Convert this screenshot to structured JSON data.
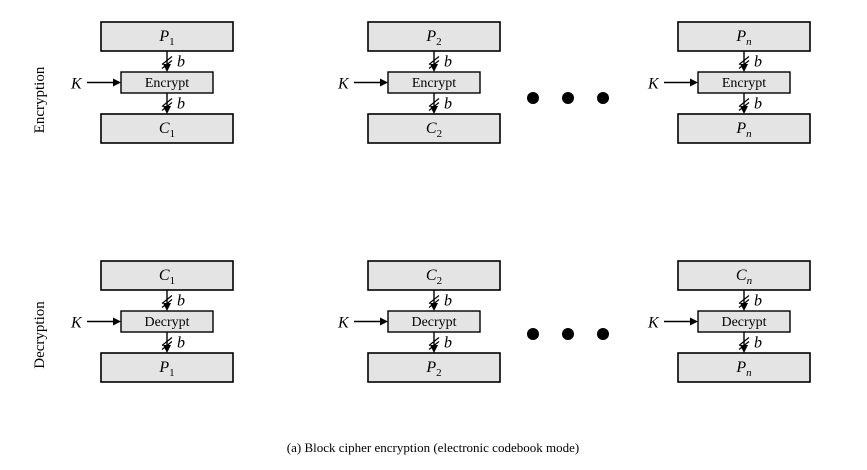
{
  "side_labels": {
    "encryption": "Encryption",
    "decryption": "Decryption"
  },
  "key_label": "K",
  "bit_label": "b",
  "caption": "(a) Block cipher encryption (electronic codebook mode)",
  "encryption": {
    "operation": "Encrypt",
    "columns": [
      {
        "input": {
          "letter": "P",
          "sub": "1"
        },
        "output": {
          "letter": "C",
          "sub": "1"
        }
      },
      {
        "input": {
          "letter": "P",
          "sub": "2"
        },
        "output": {
          "letter": "C",
          "sub": "2"
        }
      },
      {
        "input": {
          "letter": "P",
          "sub": "n"
        },
        "output": {
          "letter": "P",
          "sub": "n"
        }
      }
    ]
  },
  "decryption": {
    "operation": "Decrypt",
    "columns": [
      {
        "input": {
          "letter": "C",
          "sub": "1"
        },
        "output": {
          "letter": "P",
          "sub": "1"
        }
      },
      {
        "input": {
          "letter": "C",
          "sub": "2"
        },
        "output": {
          "letter": "P",
          "sub": "2"
        }
      },
      {
        "input": {
          "letter": "C",
          "sub": "n"
        },
        "output": {
          "letter": "P",
          "sub": "n"
        }
      }
    ]
  }
}
